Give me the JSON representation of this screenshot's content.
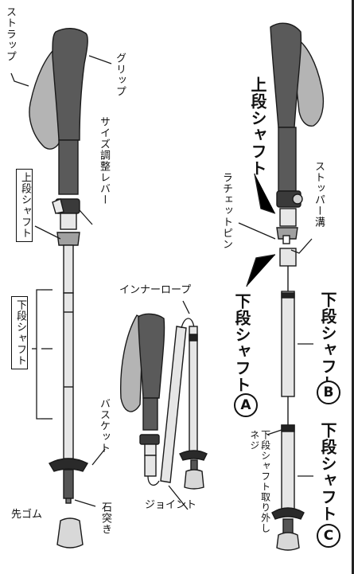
{
  "labels": {
    "strap": "ストラップ",
    "grip": "グリップ",
    "size_lever": "サイズ調整レバー",
    "upper_shaft": "上段シャフト",
    "lower_shaft": "下段シャフト",
    "basket": "バスケット",
    "tip": "石突き",
    "tip_cap": "先ゴム",
    "inner_rope": "インナーロープ",
    "joint": "ジョイント",
    "stopper_groove": "ストッパー溝",
    "ratchet_pin": "ラチェットピン",
    "upper_shaft_bold": "上段シャフト",
    "lower_shaft_bold": "下段シャフト",
    "lower_shaft_b": "下段シャフト",
    "lower_shaft_c": "下段シャフト",
    "remove_screw": "下段シャフト取り外しネジ",
    "mark_a": "A",
    "mark_b": "B",
    "mark_c": "C"
  },
  "colors": {
    "grip": "#5a5a5a",
    "strap": "#b4b4b4",
    "shaft": "#e6e6e6",
    "outline": "#1a1a1a",
    "basket": "#2a2a2a",
    "tip_cap": "#d8d8d8"
  }
}
